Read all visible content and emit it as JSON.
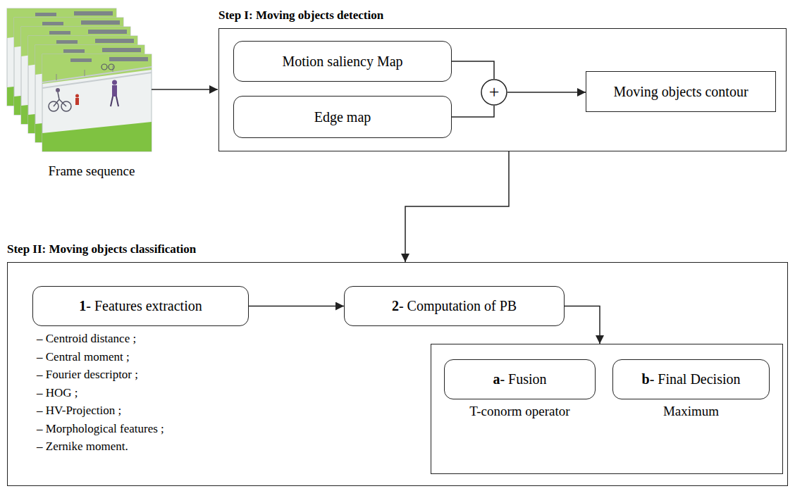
{
  "diagram": {
    "nodes": [
      {
        "text": [
          "Step I: Moving objects detection"
        ]
      },
      {
        "text": [
          "Motion saliency Map"
        ],
        "in": 0
      },
      {
        "text": [
          "Edge map"
        ],
        "in": 0
      },
      {
        "text": [
          "+"
        ],
        "in": 0
      },
      {
        "text": [
          "Moving objects contour"
        ],
        "in": 0
      },
      {
        "text": [
          "Step II: Moving objects classification"
        ]
      },
      {
        "text": [
          "1- Features extraction"
        ],
        "in": 5
      },
      {
        "text": [
          "2- Computation of PB"
        ],
        "in": 5
      },
      {
        "text": [
          "T-conorm operator",
          "Maximum"
        ],
        "in": 5
      },
      {
        "text": [
          "a- Fusion"
        ],
        "in": 8
      },
      {
        "text": [
          "b- Final Decision"
        ],
        "in": 8
      }
    ],
    "edges": [
      {
        "from": 1,
        "to": 3,
        "arrow": "none"
      },
      {
        "from": 2,
        "to": 3,
        "arrow": "none"
      },
      {
        "from": 3,
        "to": 4,
        "arrow": "to"
      },
      {
        "from": 0,
        "to": 5,
        "arrow": "to"
      },
      {
        "from": 6,
        "to": 7,
        "arrow": "to"
      },
      {
        "from": 7,
        "to": 8,
        "arrow": "to"
      }
    ],
    "labels": [
      "Frame sequence",
      "– Centroid distance ;",
      "– Central moment ;",
      "– Fourier descriptor ;",
      "– HOG ;",
      "– HV-Projection ;",
      "– Morphological features ;",
      "– Zernike moment."
    ]
  }
}
